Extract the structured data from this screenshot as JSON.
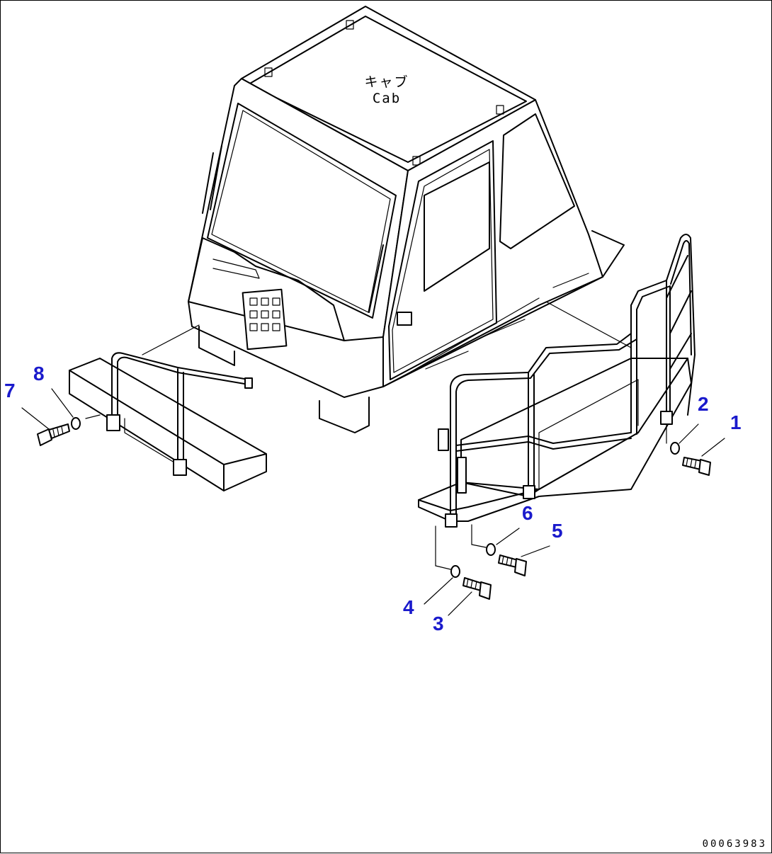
{
  "cab_label": {
    "japanese": "キャブ",
    "english": "Cab"
  },
  "callouts": [
    "1",
    "2",
    "3",
    "4",
    "5",
    "6",
    "7",
    "8"
  ],
  "drawing_id": "00063983",
  "colors": {
    "callout": "#1a1acc",
    "line": "#000000",
    "background": "#ffffff"
  }
}
